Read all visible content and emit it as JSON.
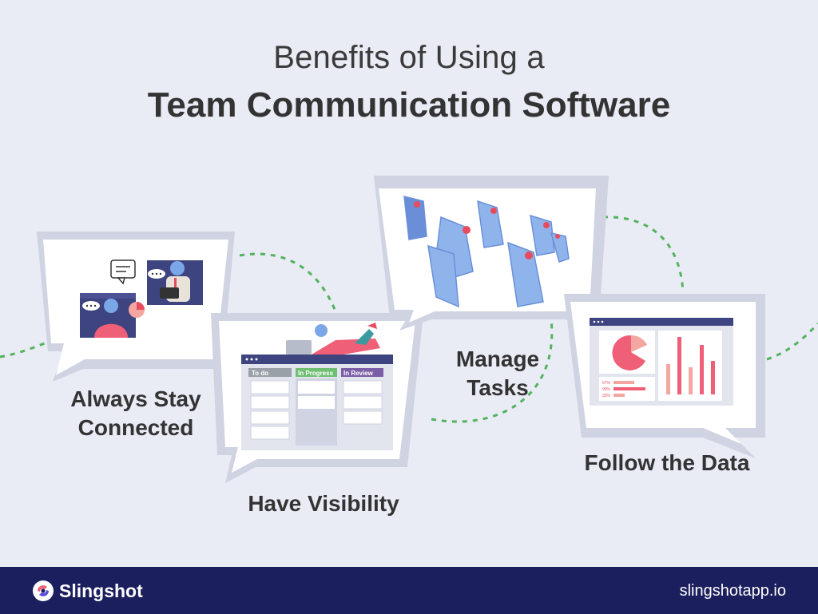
{
  "title": {
    "line1": "Benefits of Using a",
    "line2": "Team Communication Software"
  },
  "captions": {
    "connected_line1": "Always Stay",
    "connected_line2": "Connected",
    "visibility": "Have Visibility",
    "tasks_line1": "Manage",
    "tasks_line2": "Tasks",
    "data": "Follow the Data"
  },
  "kanban": {
    "columns": [
      "To do",
      "In Progress",
      "In Review"
    ],
    "column_colors": [
      "#9aa0a8",
      "#6fbf73",
      "#7b5ea7"
    ]
  },
  "dashboard": {
    "bar_labels": [
      "67%",
      "90%",
      "33%"
    ]
  },
  "footer": {
    "brand": "Slingshot",
    "url": "slingshotapp.io"
  },
  "colors": {
    "background": "#e9ebf5",
    "footer": "#1c1f5e",
    "dashed_path": "#52b35b",
    "accent_pink": "#f05f78",
    "panel_header": "#3e4480"
  },
  "icons": [
    "slingshot-logo-icon",
    "chat-bubble-icon",
    "sticky-note-icon"
  ]
}
